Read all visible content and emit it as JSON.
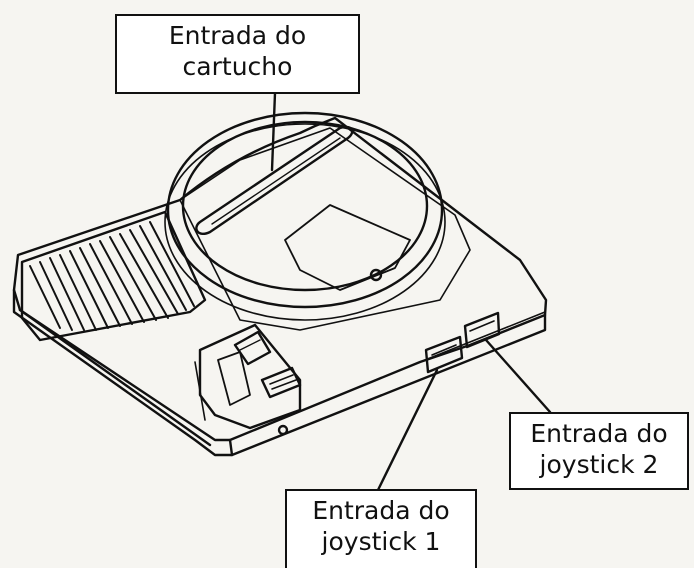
{
  "labels": {
    "cartridge": {
      "line1": "Entrada do",
      "line2": "cartucho"
    },
    "joystick2": {
      "line1": "Entrada do",
      "line2": "joystick 2"
    },
    "joystick1": {
      "line1": "Entrada do",
      "line2": "joystick 1"
    }
  },
  "colors": {
    "ink": "#111111",
    "paper": "#f6f5f1",
    "box": "#ffffff"
  }
}
